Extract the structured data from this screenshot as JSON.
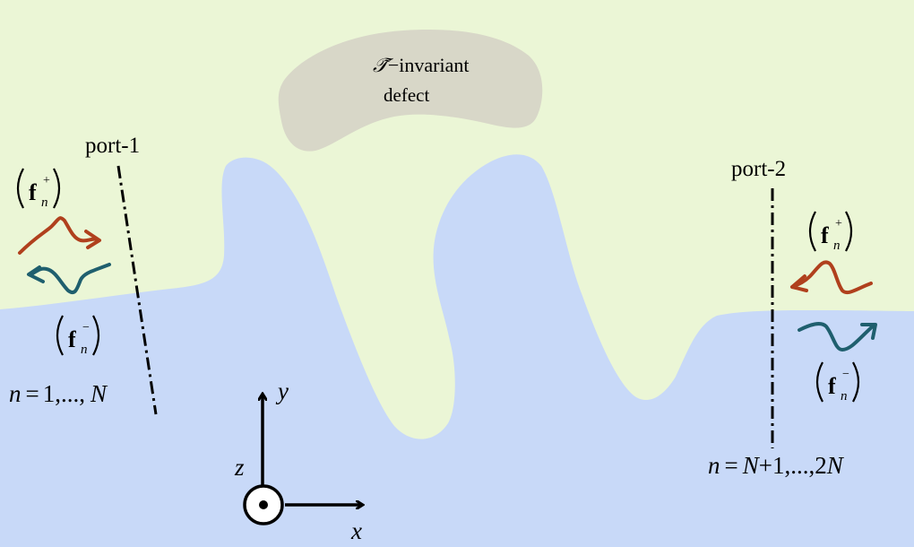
{
  "colors": {
    "upper_region": "#ebf6d6",
    "lower_region": "#c8d9f8",
    "defect": "#d8d7c8",
    "incoming_wave": "#b0401d",
    "outgoing_wave": "#1f5f6e",
    "lines": "#000000"
  },
  "defect": {
    "label_symbol": "𝒯̃",
    "label_rest": "−invariant",
    "label_line2": "defect"
  },
  "port1": {
    "label": "port-1",
    "f_plus": {
      "base": "f",
      "sup": "+",
      "sub": "n"
    },
    "f_minus": {
      "base": "f",
      "sup": "−",
      "sub": "n"
    },
    "index_var": "n",
    "index_eq": "=",
    "index_range": "1,...,",
    "index_end": "N"
  },
  "port2": {
    "label": "port-2",
    "f_plus": {
      "base": "f",
      "sup": "+",
      "sub": "n"
    },
    "f_minus": {
      "base": "f",
      "sup": "−",
      "sub": "n"
    },
    "index_var": "n",
    "index_eq": "=",
    "index_n": "N",
    "index_range": "+1,...,2",
    "index_end": "N"
  },
  "axes": {
    "x": "x",
    "y": "y",
    "z": "z"
  }
}
